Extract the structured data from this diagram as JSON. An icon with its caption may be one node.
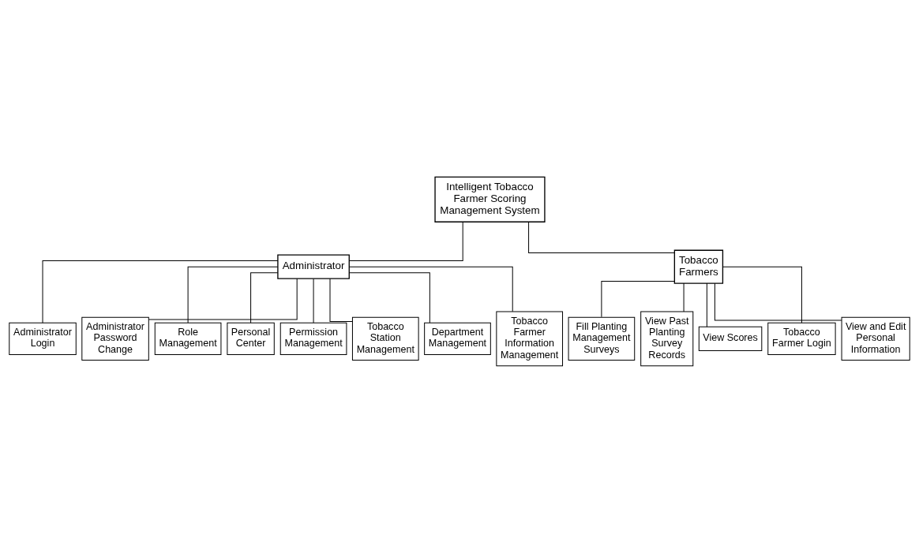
{
  "diagram": {
    "nodes": [
      {
        "text": [
          "Intelligent Tobacco Farmer Scoring Management System"
        ]
      },
      {
        "text": [
          "Administrator"
        ]
      },
      {
        "text": [
          "Tobacco Farmers"
        ]
      },
      {
        "text": [
          "Administrator Login"
        ]
      },
      {
        "text": [
          "Administrator Password Change"
        ]
      },
      {
        "text": [
          "Role Management"
        ]
      },
      {
        "text": [
          "Personal Center"
        ]
      },
      {
        "text": [
          "Permission Management"
        ]
      },
      {
        "text": [
          "Tobacco Station Management"
        ]
      },
      {
        "text": [
          "Department Management"
        ]
      },
      {
        "text": [
          "Tobacco Farmer Information Management"
        ]
      },
      {
        "text": [
          "Fill Planting Management Surveys"
        ]
      },
      {
        "text": [
          "View Past Planting Survey Records"
        ]
      },
      {
        "text": [
          "View Scores"
        ]
      },
      {
        "text": [
          "Tobacco Farmer Login"
        ]
      },
      {
        "text": [
          "View and Edit Personal Information"
        ]
      }
    ],
    "edges": [
      {
        "from": 0,
        "to": 1,
        "arrow": "none"
      },
      {
        "from": 0,
        "to": 2,
        "arrow": "none"
      },
      {
        "from": 1,
        "to": 3,
        "arrow": "none"
      },
      {
        "from": 1,
        "to": 4,
        "arrow": "none"
      },
      {
        "from": 1,
        "to": 5,
        "arrow": "none"
      },
      {
        "from": 1,
        "to": 6,
        "arrow": "none"
      },
      {
        "from": 1,
        "to": 7,
        "arrow": "none"
      },
      {
        "from": 1,
        "to": 8,
        "arrow": "none"
      },
      {
        "from": 1,
        "to": 9,
        "arrow": "none"
      },
      {
        "from": 1,
        "to": 10,
        "arrow": "none"
      },
      {
        "from": 2,
        "to": 11,
        "arrow": "none"
      },
      {
        "from": 2,
        "to": 12,
        "arrow": "none"
      },
      {
        "from": 2,
        "to": 13,
        "arrow": "none"
      },
      {
        "from": 2,
        "to": 14,
        "arrow": "none"
      },
      {
        "from": 2,
        "to": 15,
        "arrow": "none"
      }
    ]
  }
}
